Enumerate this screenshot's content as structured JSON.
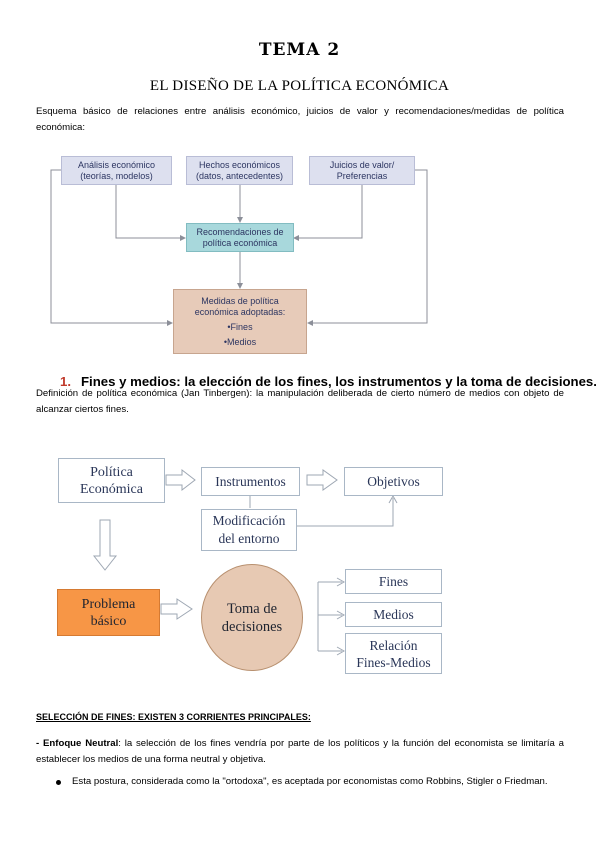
{
  "title": "TEMA 2",
  "subtitle": "EL DISEÑO DE LA POLÍTICA ECONÓMICA",
  "intro": "Esquema básico de relaciones entre análisis económico, juicios de valor y recomendaciones/medidas de política económica:",
  "diagram1": {
    "analisis": [
      "Análisis económico",
      "(teorías, modelos)"
    ],
    "hechos": [
      "Hechos económicos",
      "(datos, antecedentes)"
    ],
    "juicios": [
      "Juicios de valor/",
      "Preferencias"
    ],
    "recomendaciones": [
      "Recomendaciones de",
      "política económica"
    ],
    "medidas": [
      "Medidas de política",
      "económica adoptadas:",
      "•Fines",
      "•Medios"
    ]
  },
  "section1": {
    "number": "1.",
    "heading": "Fines y medios: la elección de los fines, los instrumentos y la toma de decisiones."
  },
  "definition": "Definición de política económica (Jan Tinbergen): la manipulación deliberada de cierto número de medios con objeto de alcanzar ciertos fines.",
  "diagram2": {
    "politica": [
      "Política",
      "Económica"
    ],
    "instrumentos": "Instrumentos",
    "objetivos": "Objetivos",
    "modificacion": [
      "Modificación",
      "del entorno"
    ],
    "problema": [
      "Problema",
      "básico"
    ],
    "toma": [
      "Toma de",
      "decisiones"
    ],
    "fines": "Fines",
    "medios": "Medios",
    "relacion": [
      "Relación",
      "Fines-Medios"
    ]
  },
  "seleccion_heading": "SELECCIÓN DE FINES: EXISTEN 3 CORRIENTES PRINCIPALES:",
  "enfoque": {
    "label": "- Enfoque Neutral",
    "text": ": la selección de los fines vendría por parte de los políticos y la función del economista se limitaría a establecer los medios de una forma neutral y objetiva."
  },
  "bullet1": "Esta postura, considerada como la \"ortodoxa\", es aceptada por economistas como Robbins, Stigler o Friedman.",
  "colors": {
    "heading_number": "#c0392b",
    "problema_fill": "#f79646",
    "toma_fill": "#e7c9b3",
    "d1_top_fill": "#dde0ef",
    "d1_mid_fill": "#a8d8dc",
    "d1_bot_fill": "#e7cbb9"
  }
}
